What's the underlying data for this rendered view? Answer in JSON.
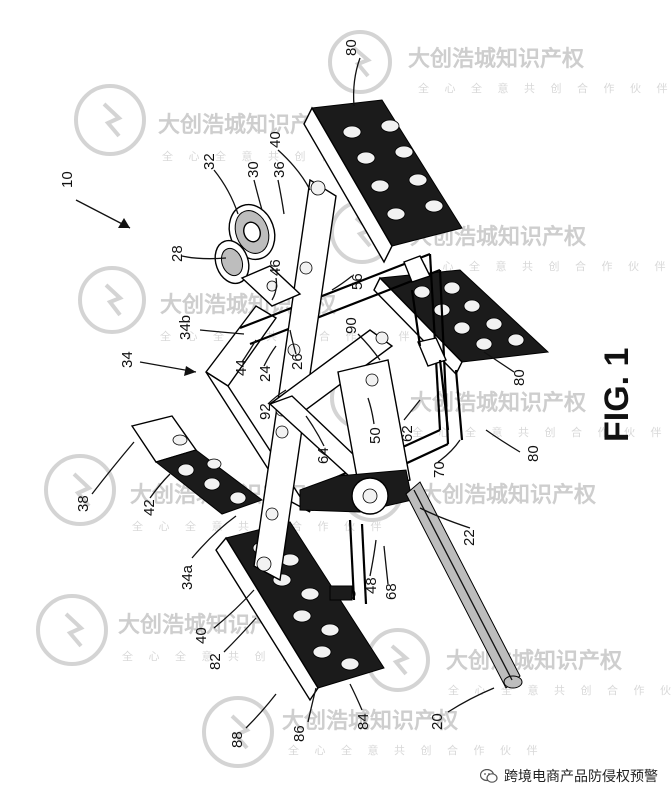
{
  "figure": {
    "title": "FIG. 1",
    "labels": {
      "l10": "10",
      "l80a": "80",
      "l80b": "80",
      "l32": "32",
      "l30": "30",
      "l36": "36",
      "l40a": "40",
      "l28": "28",
      "l46": "46",
      "l56": "56",
      "l34b": "34b",
      "l44": "44",
      "l24": "24",
      "l26": "26",
      "l90": "90",
      "l34": "34",
      "l92": "92",
      "l50": "50",
      "l62": "62",
      "l70": "70",
      "l64": "64",
      "l38": "38",
      "l42": "42",
      "l22": "22",
      "l34a": "34a",
      "l48": "48",
      "l68": "68",
      "l40b": "40",
      "l82": "82",
      "l20": "20",
      "l86": "86",
      "l84": "84",
      "l88": "88"
    },
    "watermark": {
      "text": "大创浩城知识产权",
      "subtext": "全 心 全 意 共 创 合 作 伙 伴"
    }
  },
  "footer": {
    "text": "跨境电商产品防侵权预警"
  },
  "colors": {
    "ink": "#111111",
    "watermark": "#c9c9c9"
  }
}
